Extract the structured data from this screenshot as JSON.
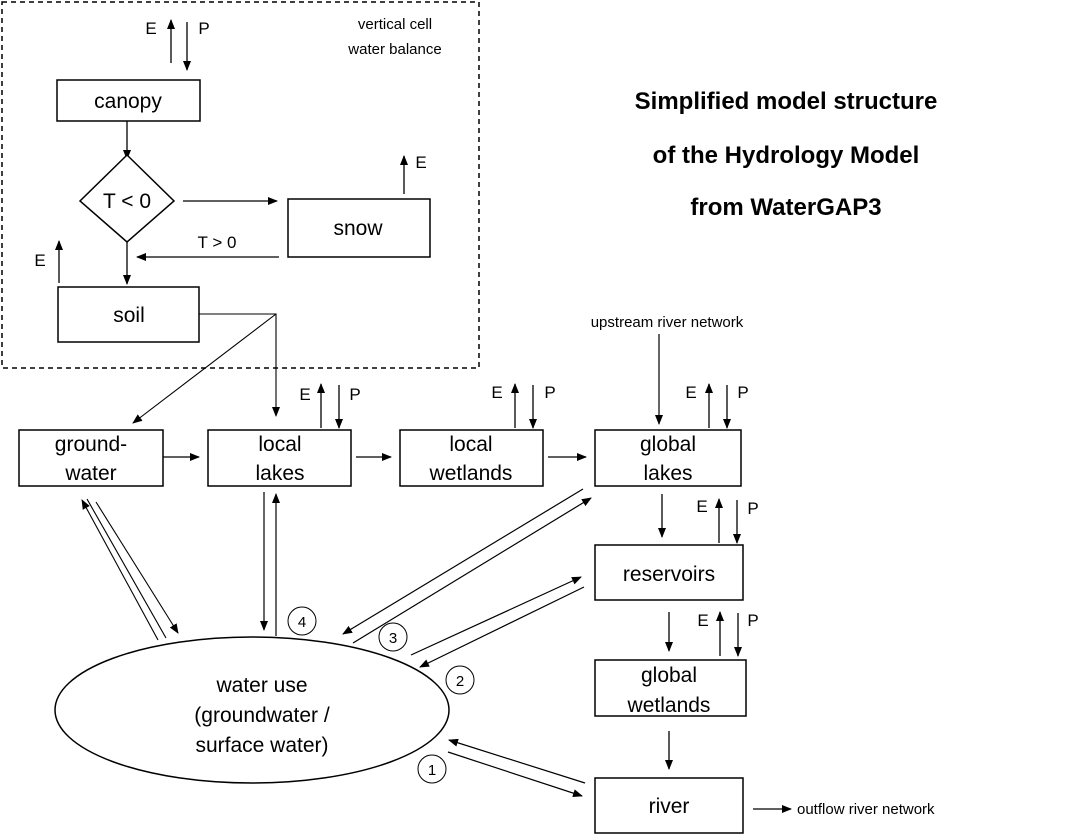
{
  "title_lines": [
    "Simplified model structure",
    "of the Hydrology Model",
    "from WaterGAP3"
  ],
  "vertical_balance": {
    "label_lines": [
      "vertical cell",
      "water balance"
    ],
    "canopy": "canopy",
    "decision": "T < 0",
    "snow": "snow",
    "soil": "soil",
    "branch_label": "T > 0"
  },
  "flux": {
    "E": "E",
    "P": "P"
  },
  "storages": {
    "groundwater": [
      "ground-",
      "water"
    ],
    "local_lakes": [
      "local",
      "lakes"
    ],
    "local_wetlands": [
      "local",
      "wetlands"
    ],
    "global_lakes": [
      "global",
      "lakes"
    ],
    "reservoirs": [
      "reservoirs"
    ],
    "global_wetlands": [
      "global",
      "wetlands"
    ],
    "river": [
      "river"
    ]
  },
  "water_use": [
    "water use",
    "(groundwater /",
    "surface water)"
  ],
  "upstream_label": "upstream river network",
  "outflow_label": "outflow river network",
  "circled_numbers": [
    "1",
    "2",
    "3",
    "4"
  ]
}
